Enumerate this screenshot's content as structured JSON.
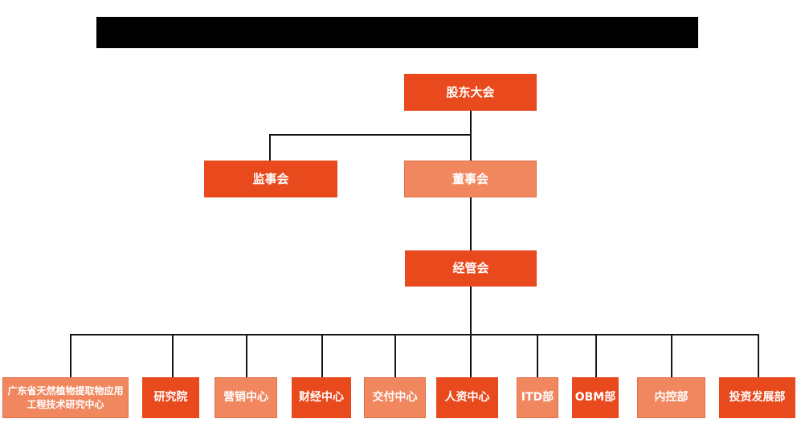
{
  "colors": {
    "node_dark": "#E8491D",
    "node_light": "#F0875F",
    "connector_line": "#151515",
    "redaction_bar": "#000000",
    "node_text": "#FFFFFF"
  },
  "org_chart": {
    "root": {
      "label": "股东大会",
      "variant": "dark"
    },
    "level2": [
      {
        "label": "监事会",
        "variant": "dark"
      },
      {
        "label": "董事会",
        "variant": "light"
      }
    ],
    "level3": {
      "label": "经管会",
      "variant": "dark"
    },
    "departments": [
      {
        "label": "广东省天然植物提取物应用工程技术研究中心",
        "variant": "light"
      },
      {
        "label": "研究院",
        "variant": "dark"
      },
      {
        "label": "营销中心",
        "variant": "light"
      },
      {
        "label": "财经中心",
        "variant": "dark"
      },
      {
        "label": "交付中心",
        "variant": "light"
      },
      {
        "label": "人资中心",
        "variant": "dark"
      },
      {
        "label": "ITD部",
        "variant": "light"
      },
      {
        "label": "OBM部",
        "variant": "dark"
      },
      {
        "label": "内控部",
        "variant": "light"
      },
      {
        "label": "投资发展部",
        "variant": "dark"
      }
    ]
  }
}
